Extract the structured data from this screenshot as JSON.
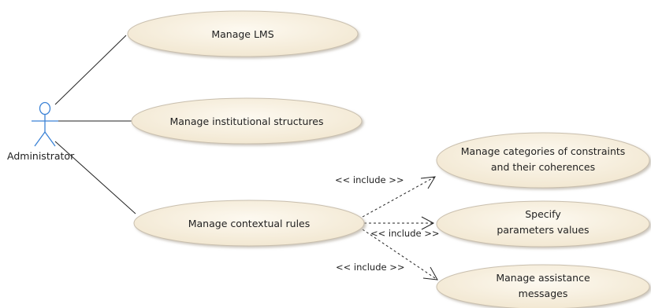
{
  "actor": {
    "label": "Administrator",
    "color": "#3b82d6"
  },
  "use_cases": {
    "manage_lms": [
      "Manage LMS"
    ],
    "manage_institutional": [
      "Manage institutional structures"
    ],
    "manage_contextual": [
      "Manage contextual rules"
    ],
    "manage_categories": [
      "Manage categories of constraints",
      "and their coherences"
    ],
    "specify_parameters": [
      "Specify",
      "parameters values"
    ],
    "manage_assistance": [
      "Manage assistance",
      "messages"
    ]
  },
  "include_label": "<< include >>",
  "colors": {
    "usecase_fill": "#f3ead6",
    "usecase_fill_light": "#fdf9f0",
    "usecase_stroke": "#c9bfae",
    "line": "#222222"
  }
}
